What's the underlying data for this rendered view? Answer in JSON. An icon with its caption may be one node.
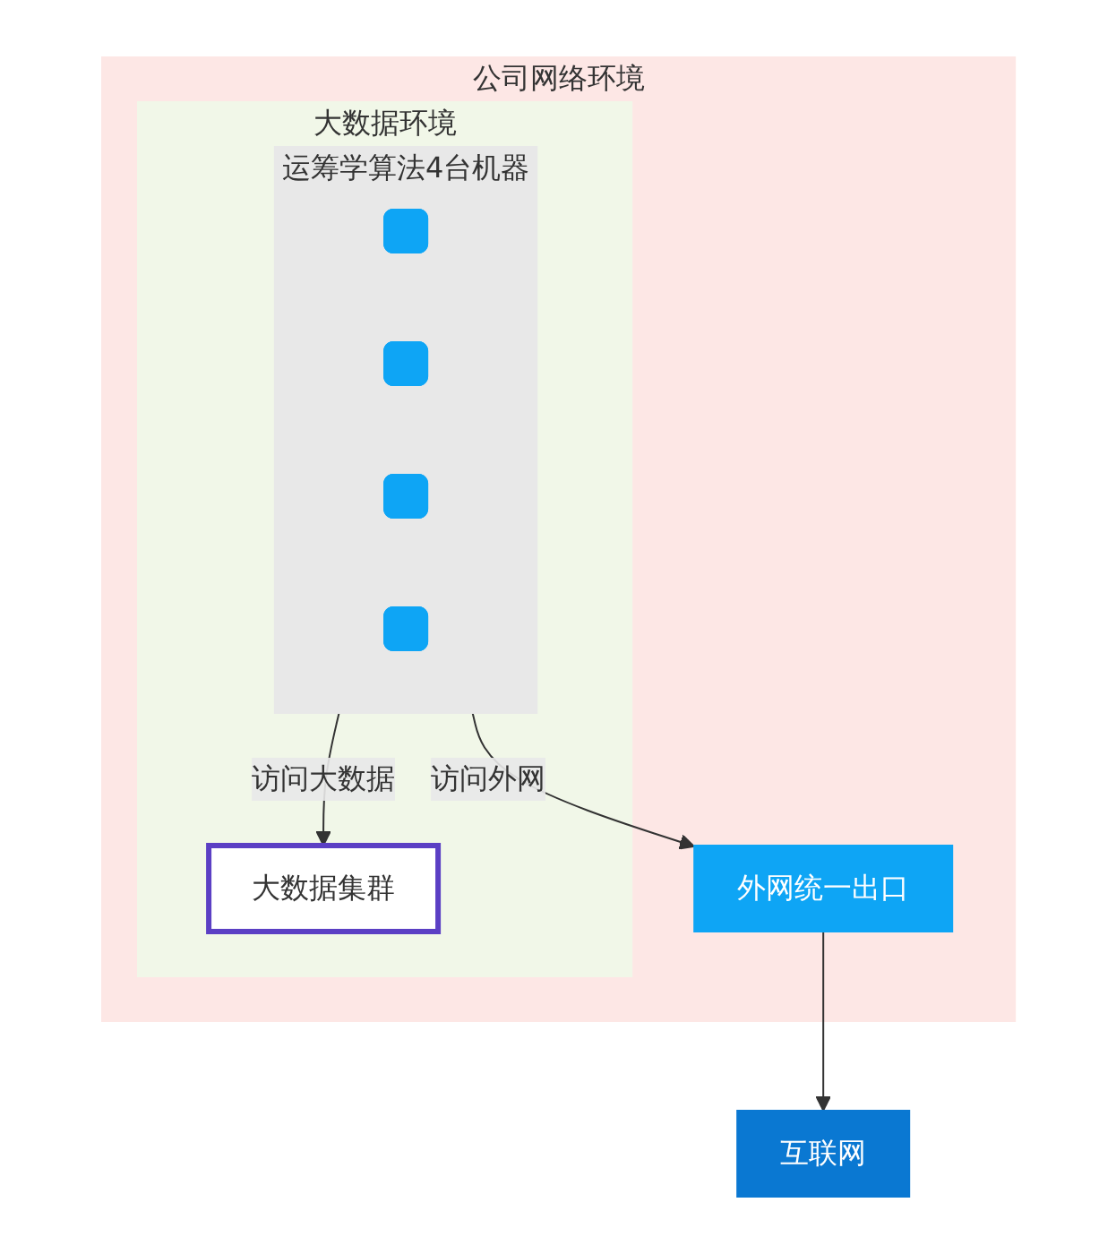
{
  "diagram": {
    "nodes": [
      {
        "text": [
          "公司网络环境"
        ]
      },
      {
        "text": [
          "大数据环境"
        ],
        "in": 0
      },
      {
        "text": [
          "运筹学算法4台机器"
        ],
        "in": 1
      },
      {
        "text": [],
        "shape": "server",
        "in": 2
      },
      {
        "text": [],
        "shape": "server",
        "in": 2
      },
      {
        "text": [],
        "shape": "server",
        "in": 2
      },
      {
        "text": [],
        "shape": "server",
        "in": 2
      },
      {
        "text": [
          "大数据集群"
        ],
        "in": 1
      },
      {
        "text": [
          "外网统一出口"
        ],
        "in": 0
      },
      {
        "text": [
          "互联网"
        ]
      }
    ],
    "edges": [
      {
        "from": 2,
        "to": 7,
        "arrow": "to",
        "label": "访问大数据"
      },
      {
        "from": 2,
        "to": 8,
        "arrow": "to",
        "label": "访问外网"
      },
      {
        "from": 8,
        "to": 9,
        "arrow": "to"
      }
    ]
  }
}
